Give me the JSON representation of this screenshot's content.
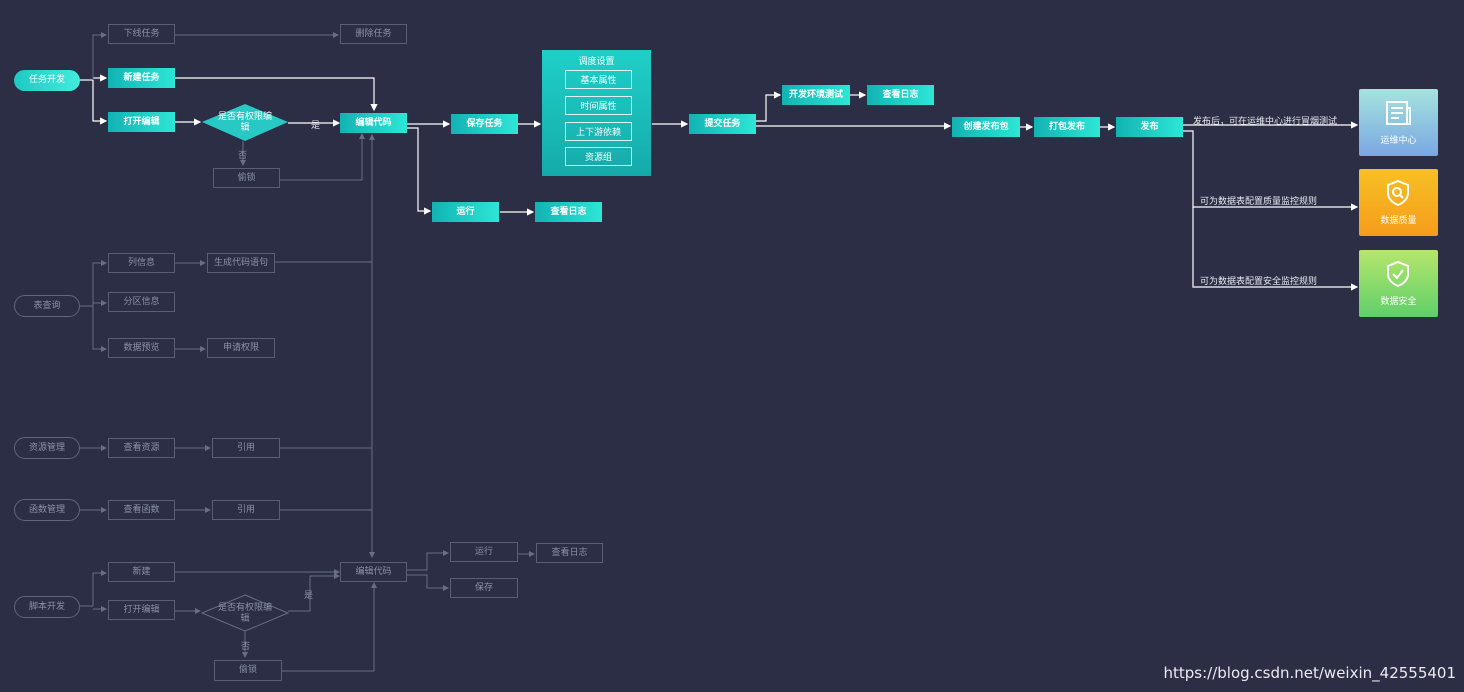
{
  "colors": {
    "background": "#2b2e45",
    "active_node": "#1fc9c3",
    "dim_border": "#5a5e74",
    "ops_card": "#8ec6ea",
    "quality_card": "#f5a91c",
    "security_card": "#86d96a"
  },
  "task_dev": {
    "start": "任务开发",
    "offline": "下线任务",
    "delete": "删除任务",
    "create": "新建任务",
    "open_edit": "打开编辑",
    "decision": "是否有权限编辑",
    "yes": "是",
    "no": "否",
    "steal_lock": "偷锁",
    "edit_code": "编辑代码",
    "save": "保存任务",
    "run": "运行",
    "view_log_run": "查看日志",
    "submit": "提交任务",
    "dev_env_test": "开发环境测试",
    "view_log_test": "查看日志",
    "create_package": "创建发布包",
    "pack_publish": "打包发布",
    "publish": "发布"
  },
  "schedule": {
    "title": "调度设置",
    "items": [
      "基本属性",
      "时间属性",
      "上下游依赖",
      "资源组"
    ]
  },
  "branches": {
    "ops_note": "发布后，可在运维中心进行冒烟测试",
    "quality_note": "可为数据表配置质量监控规则",
    "security_note": "可为数据表配置安全监控规则"
  },
  "cards": {
    "ops": {
      "label": "运维中心",
      "icon": "document-icon"
    },
    "quality": {
      "label": "数据质量",
      "icon": "shield-search-icon"
    },
    "security": {
      "label": "数据安全",
      "icon": "shield-check-icon"
    }
  },
  "table_query": {
    "start": "表查询",
    "columns": "列信息",
    "gen_sql": "生成代码语句",
    "partition": "分区信息",
    "preview": "数据预览",
    "request_perm": "申请权限"
  },
  "resource_mgmt": {
    "start": "资源管理",
    "view": "查看资源",
    "ref": "引用"
  },
  "function_mgmt": {
    "start": "函数管理",
    "view": "查看函数",
    "ref": "引用"
  },
  "script_dev": {
    "start": "脚本开发",
    "create": "新建",
    "open_edit": "打开编辑",
    "decision": "是否有权限编辑",
    "yes": "是",
    "no": "否",
    "steal_lock": "偷锁",
    "edit_code": "编辑代码",
    "run": "运行",
    "view_log": "查看日志",
    "save": "保存"
  },
  "watermark": "https://blog.csdn.net/weixin_42555401"
}
